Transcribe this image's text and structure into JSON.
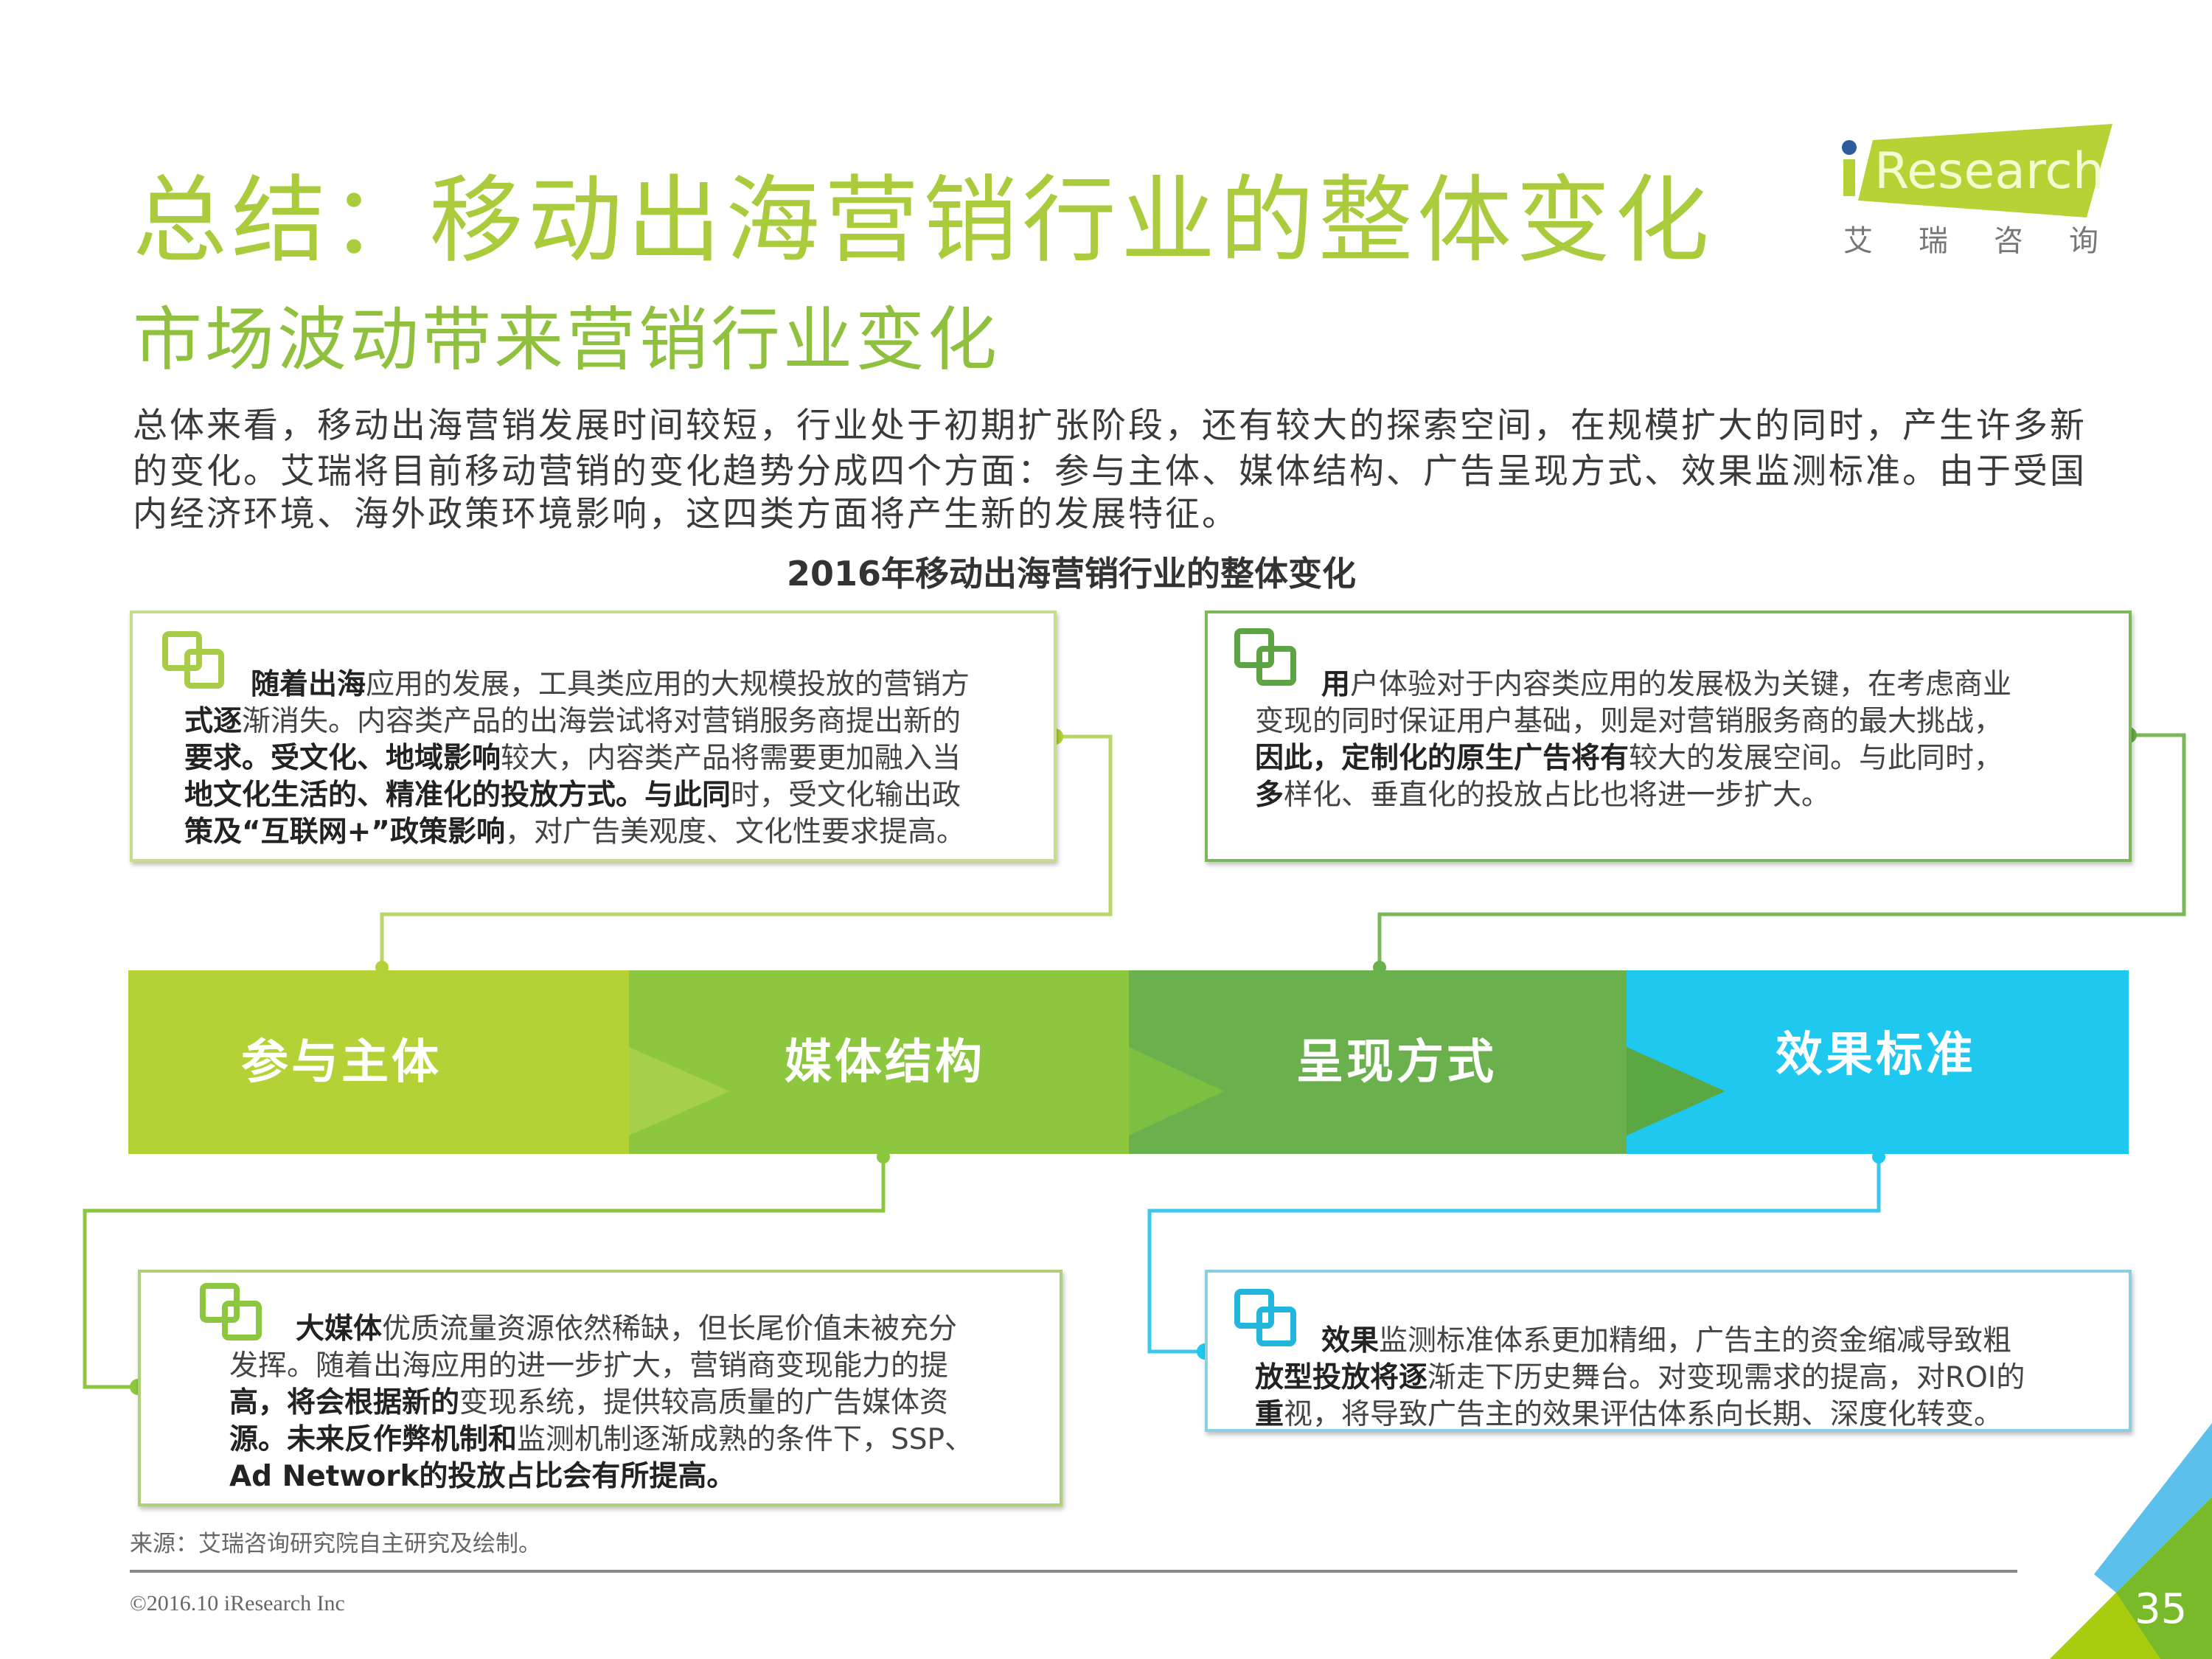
{
  "header": {
    "title": "总结：移动出海营销行业的整体变化",
    "subtitle": "市场波动带来营销行业变化",
    "logo_text": "iResearch",
    "logo_cn": "艾 瑞 咨 询"
  },
  "intro": {
    "lines": [
      "总体来看，移动出海营销发展时间较短，行业处于初期扩张阶段，还有较大的探索空间，在规模扩大的同时，产生许多新",
      "的变化。艾瑞将目前移动营销的变化趋势分成四个方面：参与主体、媒体结构、广告呈现方式、效果监测标准。由于受国",
      "内经济环境、海外政策环境影响，这四类方面将产生新的发展特征。"
    ]
  },
  "diagram": {
    "title": "2016年移动出海营销行业的整体变化",
    "stages": [
      {
        "label": "参与主体",
        "color": "#b2d235"
      },
      {
        "label": "媒体结构",
        "color": "#8dc63f"
      },
      {
        "label": "呈现方式",
        "color": "#6ab04c"
      },
      {
        "label": "效果标准",
        "color": "#1ec8ef"
      }
    ],
    "boxes": [
      {
        "stage": "参与主体",
        "lines": [
          [
            [
              "随着出海",
              true
            ],
            [
              "应用的发展，工具类应用的大规模投放的营销方",
              false
            ]
          ],
          [
            [
              "式逐",
              true
            ],
            [
              "渐消失。内容类产品的出海尝试将对营销服务商提出新的",
              false
            ]
          ],
          [
            [
              "要求。受文化、地域影响",
              true
            ],
            [
              "较大，内容类产品将需要更加融入当",
              false
            ]
          ],
          [
            [
              "地文化生活的、精准化的投放方式。与此同",
              true
            ],
            [
              "时，受文化输出政",
              false
            ]
          ],
          [
            [
              "策及“互联网+”政策影响",
              true
            ],
            [
              "，对广告美观度、文化性要求提高。",
              false
            ]
          ]
        ]
      },
      {
        "stage": "呈现方式",
        "lines": [
          [
            [
              "用",
              true
            ],
            [
              "户体验对于内容类应用的发展极为关键，在考虑商业",
              false
            ]
          ],
          [
            [
              "变现的同时保证用户基础，则是对营销服务商的最大挑战，",
              false
            ]
          ],
          [
            [
              "因此，定制化的原生广告将有",
              true
            ],
            [
              "较大的发展空间。与此同时，",
              false
            ]
          ],
          [
            [
              "多",
              true
            ],
            [
              "样化、垂直化的投放占比也将进一步扩大。",
              false
            ]
          ]
        ]
      },
      {
        "stage": "媒体结构",
        "lines": [
          [
            [
              "大媒体",
              true
            ],
            [
              "优质流量资源依然稀缺，但长尾价值未被充分",
              false
            ]
          ],
          [
            [
              "发挥。随着出海应用的进一步扩大，营销商变现能力的提",
              false
            ]
          ],
          [
            [
              "高，将会根据新的",
              true
            ],
            [
              "变现系统，提供较高质量的广告媒体资",
              false
            ]
          ],
          [
            [
              "源。未来反作弊机制和",
              true
            ],
            [
              "监测机制逐渐成熟的条件下，SSP、",
              false
            ]
          ],
          [
            [
              "Ad Network的投放占比会有所提高。",
              true
            ]
          ]
        ]
      },
      {
        "stage": "效果标准",
        "lines": [
          [
            [
              "效果",
              true
            ],
            [
              "监测标准体系更加精细，广告主的资金缩减导致粗",
              false
            ]
          ],
          [
            [
              "放型投放将逐",
              true
            ],
            [
              "渐走下历史舞台。对变现需求的提高，对ROI的",
              false
            ]
          ],
          [
            [
              "重",
              true
            ],
            [
              "视，将导致广告主的效果评估体系向长期、深度化转变。",
              false
            ]
          ]
        ]
      }
    ]
  },
  "footer": {
    "source": "来源：艾瑞咨询研究院自主研究及绘制。",
    "copyright": "©2016.10  iResearch  Inc",
    "page_number": "35"
  }
}
